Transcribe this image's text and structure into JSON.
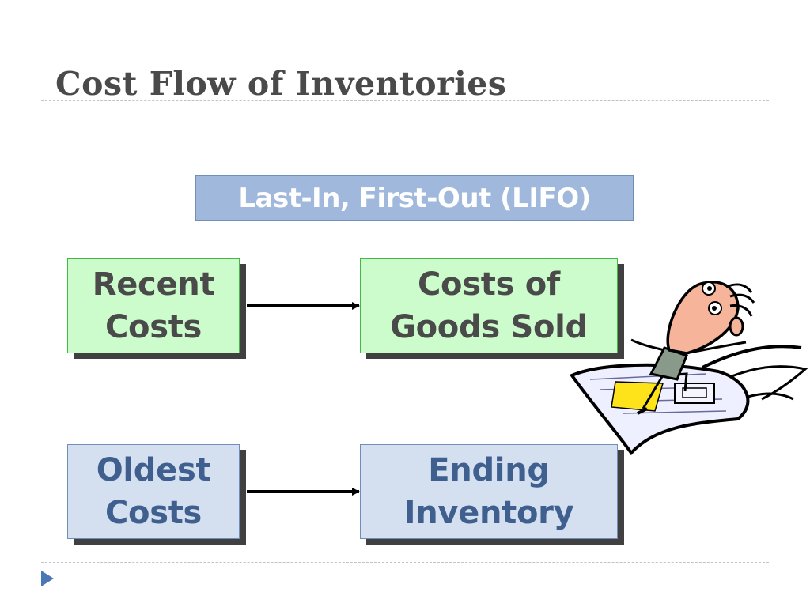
{
  "slide": {
    "title": "Cost Flow of Inventories",
    "method_banner": "Last-In, First-Out (LIFO)"
  },
  "diagram": {
    "top_row": {
      "source": "Recent\nCosts",
      "target": "Costs of\nGoods Sold"
    },
    "bottom_row": {
      "source": "Oldest\nCosts",
      "target": "Ending\nInventory"
    }
  },
  "colors": {
    "title_text": "#4a4a4a",
    "banner_fill": "#9fb8db",
    "green_box_fill": "#ccfccc",
    "green_box_border": "#44b844",
    "blue_box_fill": "#d4e0f0",
    "blue_box_text": "#3f5f8f",
    "box_shadow": "#404040",
    "nav_marker": "#4a78b4"
  },
  "icons": {
    "clip_art": "man-riding-flying-paper-clipart",
    "nav_marker": "triangle-play-icon"
  }
}
